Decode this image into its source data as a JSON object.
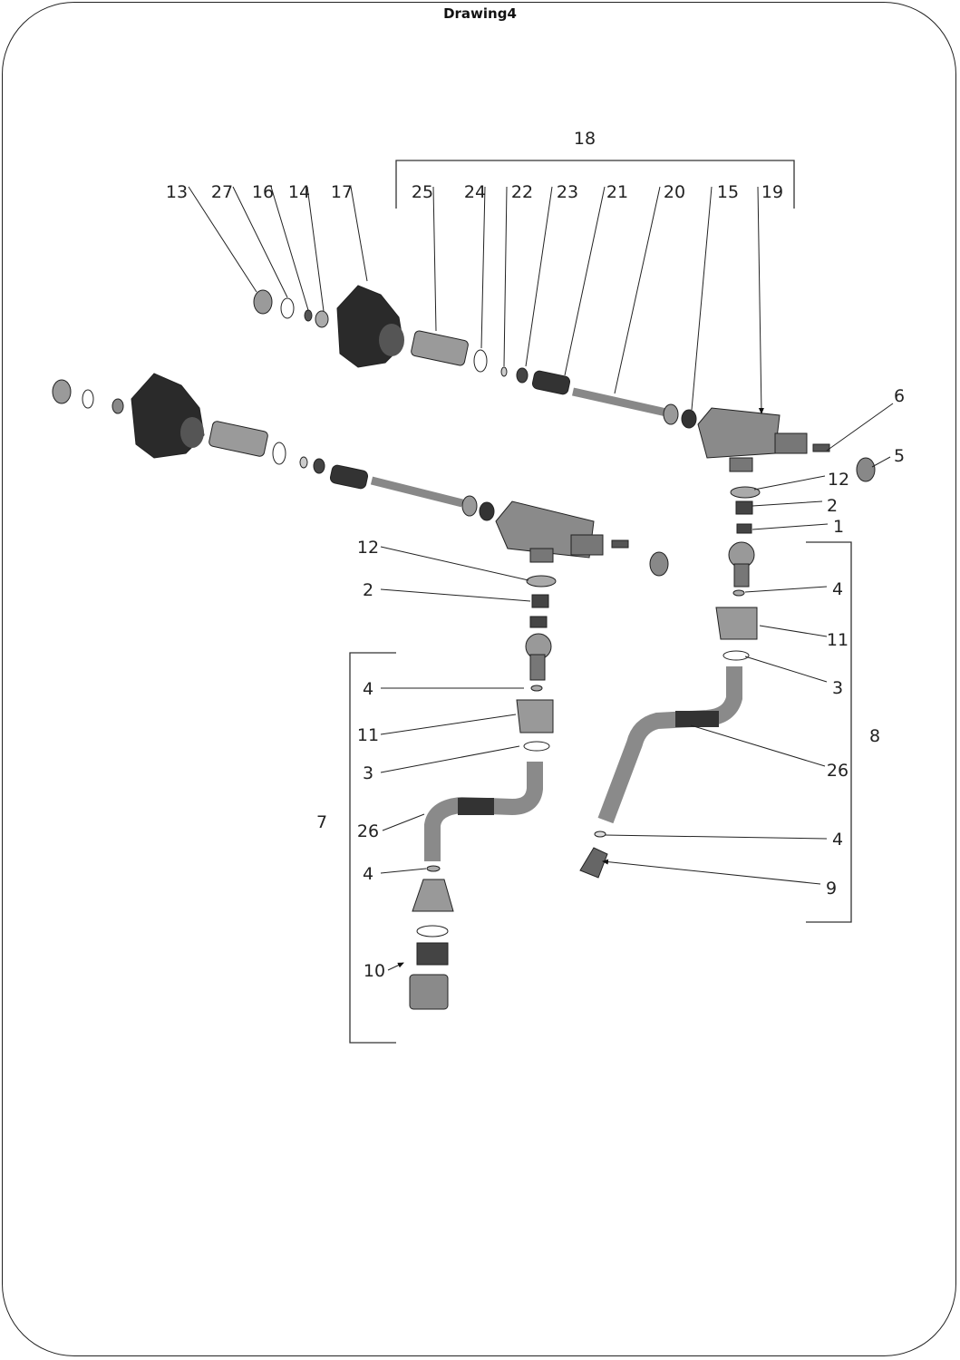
{
  "title": "Drawing4",
  "assembly_labels": {
    "top": "18",
    "right": "8",
    "left": "7"
  },
  "top_balloons": [
    "13",
    "27",
    "16",
    "14",
    "17",
    "25",
    "24",
    "22",
    "23",
    "21",
    "20",
    "15",
    "19"
  ],
  "right_balloons": [
    "6",
    "5",
    "12",
    "2",
    "1",
    "4",
    "11",
    "3",
    "26",
    "4",
    "9"
  ],
  "left_balloons": [
    "12",
    "2",
    "4",
    "11",
    "3",
    "26",
    "4",
    "10"
  ],
  "colors": {
    "dark_part": "#2a2a2a",
    "grey_part": "#8a8a8a",
    "light_part": "#b5b5b5"
  }
}
